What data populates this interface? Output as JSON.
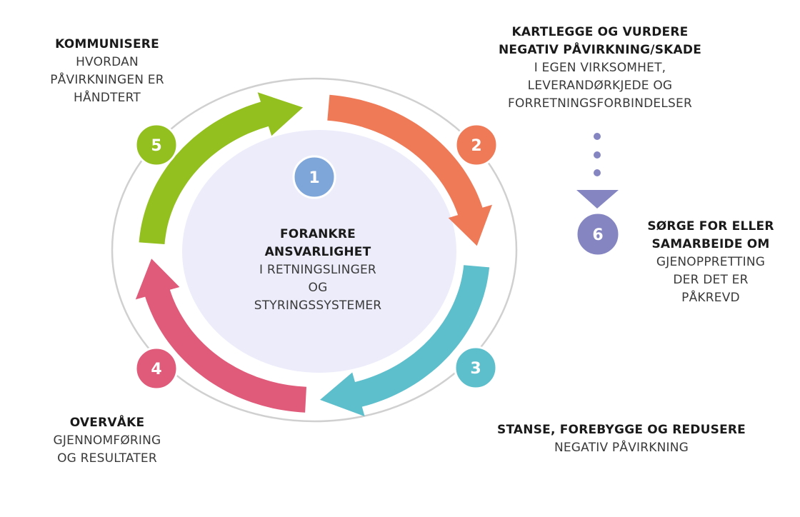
{
  "colors": {
    "step1": "#7fa6d9",
    "step2": "#ee7a58",
    "step3": "#5dbfcc",
    "step4": "#e05a7a",
    "step5": "#93c01f",
    "step6": "#8585c2",
    "inner_circle": "#ececfb",
    "ring": "#cfcfcf"
  },
  "steps": [
    {
      "number": "1",
      "title": [
        "FORANKRE",
        "ANSVARLIGHET"
      ],
      "text": [
        "I RETNINGSLINGER",
        "OG",
        "STYRINGSSYSTEMER"
      ]
    },
    {
      "number": "2",
      "title": [
        "KARTLEGGE OG VURDERE",
        "NEGATIV PÅVIRKNING/SKADE"
      ],
      "text": [
        "I EGEN VIRKSOMHET,",
        "LEVERANDØRKJEDE OG",
        "FORRETNINGSFORBINDELSER"
      ]
    },
    {
      "number": "3",
      "title": [
        "STANSE, FOREBYGGE OG REDUSERE"
      ],
      "text": [
        "NEGATIV PÅVIRKNING"
      ]
    },
    {
      "number": "4",
      "title": [
        "OVERVÅKE"
      ],
      "text": [
        "GJENNOMFØRING",
        "OG RESULTATER"
      ]
    },
    {
      "number": "5",
      "title": [
        "KOMMUNISERE"
      ],
      "text": [
        "HVORDAN",
        "PÅVIRKNINGEN ER",
        "HÅNDTERT"
      ]
    },
    {
      "number": "6",
      "title": [
        "SØRGE FOR ELLER",
        "SAMARBEIDE OM"
      ],
      "text": [
        "GJENOPPRETTING",
        "DER DET ER",
        "PÅKREVD"
      ]
    }
  ]
}
